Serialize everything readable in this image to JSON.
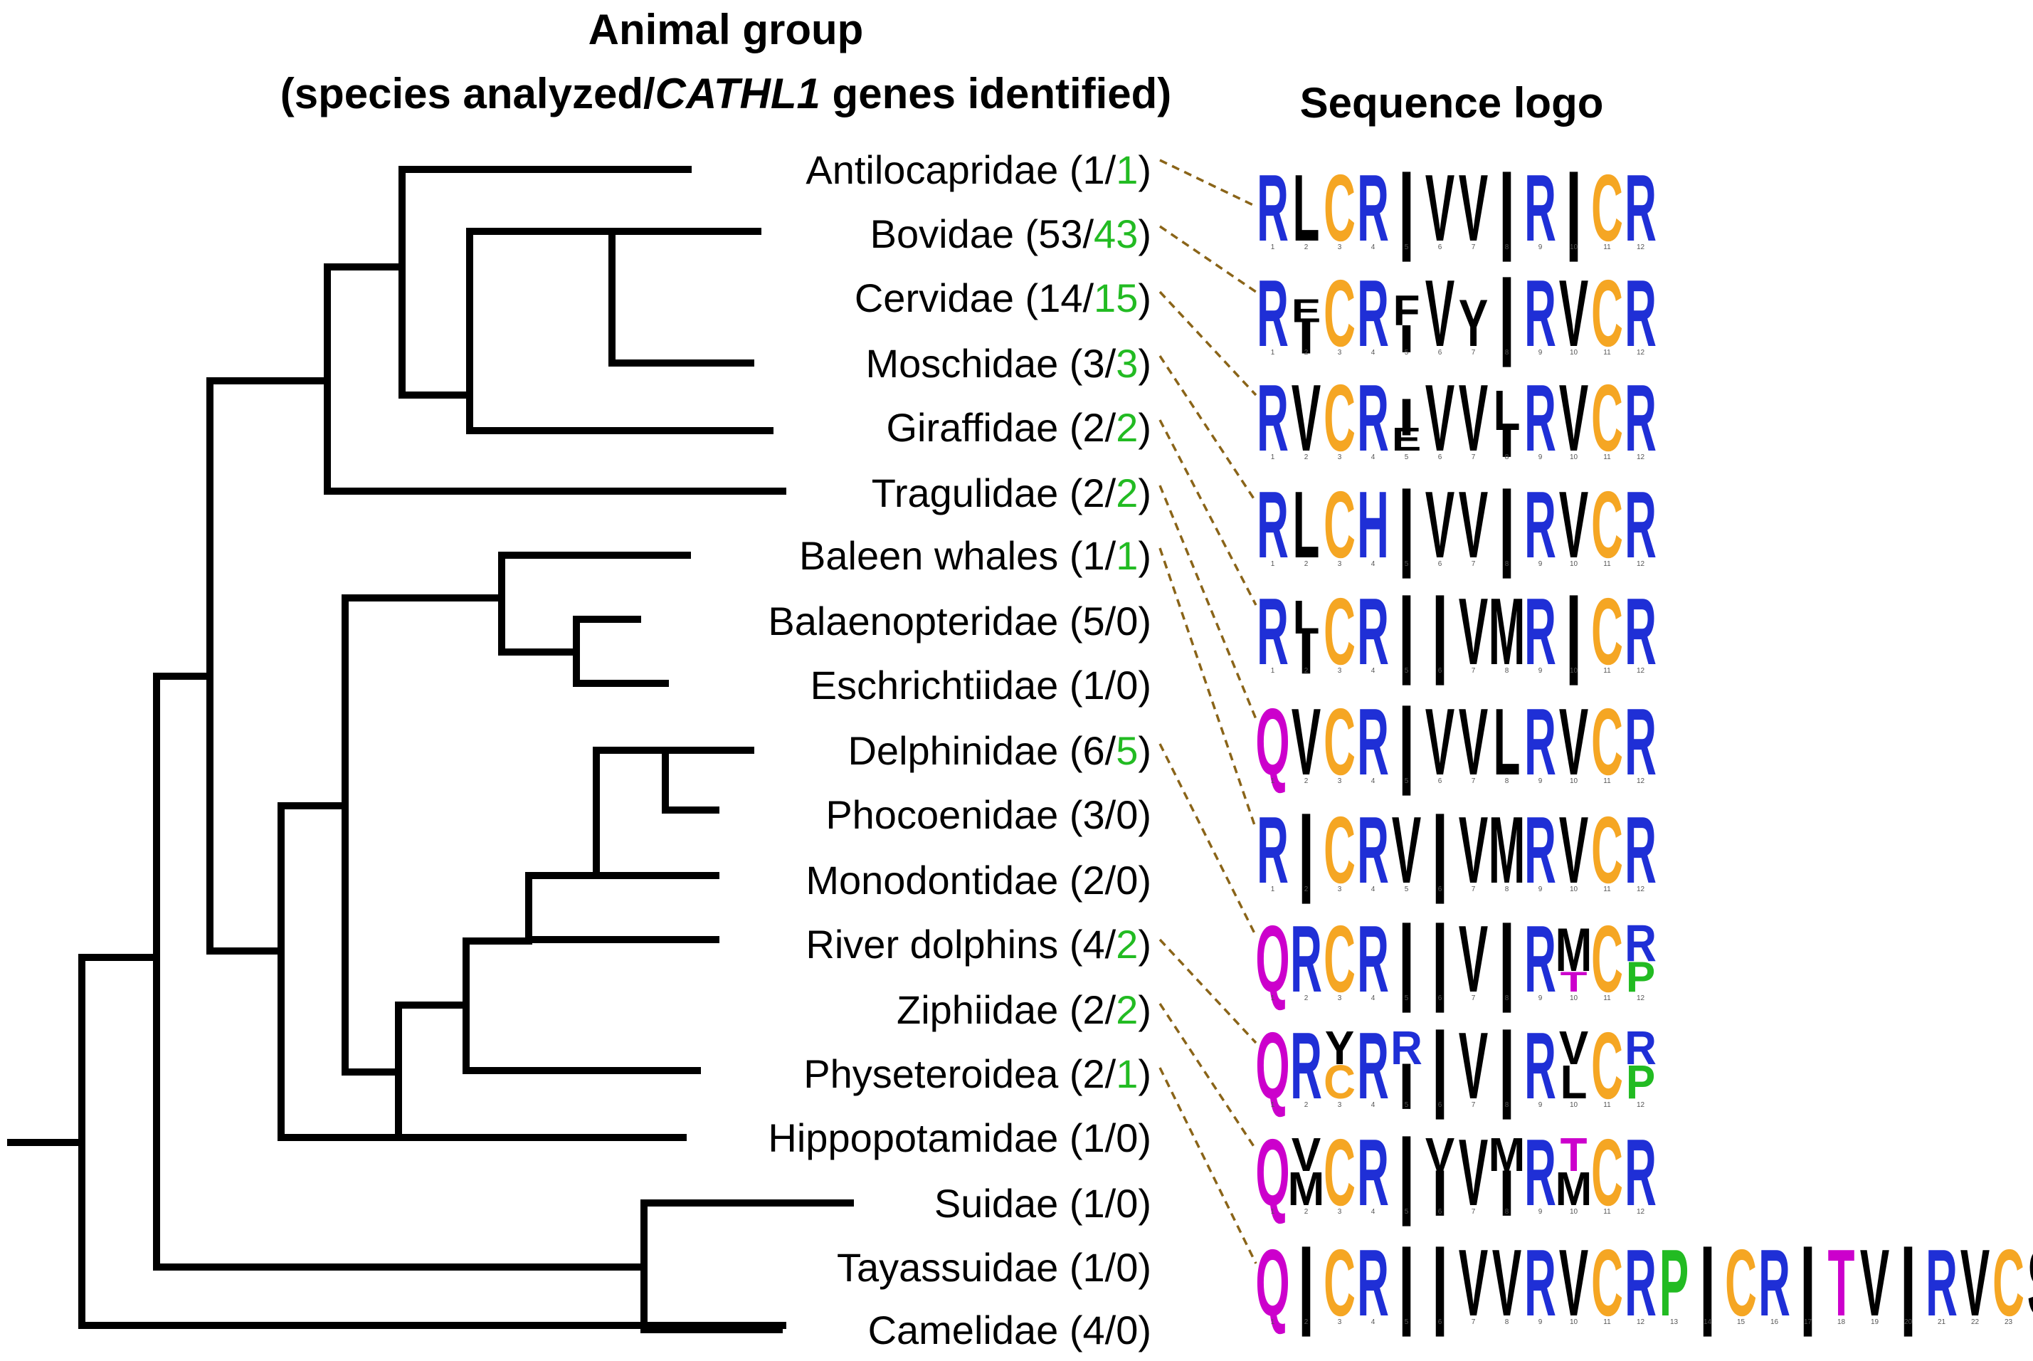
{
  "headers": {
    "animal_group_line1": "Animal group",
    "animal_group_line2_prefix": "(species analyzed/",
    "animal_group_line2_gene": "CATHL1",
    "animal_group_line2_suffix": " genes identified)",
    "sequence_logo": "Sequence logo"
  },
  "colors": {
    "leader": "#8a6418",
    "genes_identified": "#22bb22",
    "residue_R": "#1f2fd6",
    "residue_C": "#f5a623",
    "residue_Q": "#cc00cc",
    "residue_P": "#22bb22",
    "residue_other": "#000000"
  },
  "taxa": [
    {
      "name": "Antilocapridae",
      "species": "1",
      "genes": "1"
    },
    {
      "name": "Bovidae",
      "species": "53",
      "genes": "43"
    },
    {
      "name": "Cervidae",
      "species": "14",
      "genes": "15"
    },
    {
      "name": "Moschidae",
      "species": "3",
      "genes": "3"
    },
    {
      "name": "Giraffidae",
      "species": "2",
      "genes": "2"
    },
    {
      "name": "Tragulidae",
      "species": "2",
      "genes": "2"
    },
    {
      "name": "Baleen whales",
      "species": "1",
      "genes": "1"
    },
    {
      "name": "Balaenopteridae",
      "species": "5",
      "genes": "0"
    },
    {
      "name": "Eschrichtiidae",
      "species": "1",
      "genes": "0"
    },
    {
      "name": "Delphinidae",
      "species": "6",
      "genes": "5"
    },
    {
      "name": "Phocoenidae",
      "species": "3",
      "genes": "0"
    },
    {
      "name": "Monodontidae",
      "species": "2",
      "genes": "0"
    },
    {
      "name": "River dolphins",
      "species": "4",
      "genes": "2"
    },
    {
      "name": "Ziphiidae",
      "species": "2",
      "genes": "2"
    },
    {
      "name": "Physeteroidea",
      "species": "2",
      "genes": "1"
    },
    {
      "name": "Hippopotamidae",
      "species": "1",
      "genes": "0"
    },
    {
      "name": "Suidae",
      "species": "1",
      "genes": "0"
    },
    {
      "name": "Tayassuidae",
      "species": "1",
      "genes": "0"
    },
    {
      "name": "Camelidae",
      "species": "4",
      "genes": "0"
    }
  ],
  "logos": [
    {
      "taxon": "Antilocapridae",
      "positions": [
        [
          [
            "R",
            1
          ]
        ],
        [
          [
            "L",
            1
          ]
        ],
        [
          [
            "C",
            1
          ]
        ],
        [
          [
            "R",
            1
          ]
        ],
        [
          [
            "|",
            1
          ]
        ],
        [
          [
            "V",
            1
          ]
        ],
        [
          [
            "V",
            1
          ]
        ],
        [
          [
            "|",
            1
          ]
        ],
        [
          [
            "R",
            1
          ]
        ],
        [
          [
            "|",
            1
          ]
        ],
        [
          [
            "C",
            1
          ]
        ],
        [
          [
            "R",
            1
          ]
        ]
      ]
    },
    {
      "taxon": "Bovidae",
      "positions": [
        [
          [
            "R",
            1
          ]
        ],
        [
          [
            "|",
            0.35
          ],
          [
            "E",
            0.35
          ]
        ],
        [
          [
            "C",
            1
          ]
        ],
        [
          [
            "R",
            1
          ]
        ],
        [
          [
            "|",
            0.3
          ],
          [
            "F",
            0.45
          ]
        ],
        [
          [
            "V",
            1
          ]
        ],
        [
          [
            "Y",
            0.7
          ]
        ],
        [
          [
            "|",
            1
          ]
        ],
        [
          [
            "R",
            1
          ]
        ],
        [
          [
            "V",
            1
          ]
        ],
        [
          [
            "C",
            1
          ]
        ],
        [
          [
            "R",
            1
          ]
        ]
      ]
    },
    {
      "taxon": "Cervidae",
      "positions": [
        [
          [
            "R",
            1
          ]
        ],
        [
          [
            "V",
            1
          ]
        ],
        [
          [
            "C",
            1
          ]
        ],
        [
          [
            "R",
            1
          ]
        ],
        [
          [
            "|",
            0.4
          ],
          [
            "E",
            0.35
          ]
        ],
        [
          [
            "V",
            1
          ]
        ],
        [
          [
            "V",
            1
          ]
        ],
        [
          [
            "|",
            0.3
          ],
          [
            "L",
            0.6
          ]
        ],
        [
          [
            "R",
            1
          ]
        ],
        [
          [
            "V",
            1
          ]
        ],
        [
          [
            "C",
            1
          ]
        ],
        [
          [
            "R",
            1
          ]
        ]
      ]
    },
    {
      "taxon": "Moschidae",
      "positions": [
        [
          [
            "R",
            1
          ]
        ],
        [
          [
            "L",
            1
          ]
        ],
        [
          [
            "C",
            1
          ]
        ],
        [
          [
            "H",
            1
          ]
        ],
        [
          [
            "|",
            1
          ]
        ],
        [
          [
            "V",
            1
          ]
        ],
        [
          [
            "V",
            1
          ]
        ],
        [
          [
            "|",
            1
          ]
        ],
        [
          [
            "R",
            1
          ]
        ],
        [
          [
            "V",
            1
          ]
        ],
        [
          [
            "C",
            1
          ]
        ],
        [
          [
            "R",
            1
          ]
        ]
      ]
    },
    {
      "taxon": "Giraffidae",
      "positions": [
        [
          [
            "R",
            1
          ]
        ],
        [
          [
            "|",
            0.45
          ],
          [
            "L",
            0.5
          ]
        ],
        [
          [
            "C",
            1
          ]
        ],
        [
          [
            "R",
            1
          ]
        ],
        [
          [
            "|",
            1
          ]
        ],
        [
          [
            "|",
            1
          ]
        ],
        [
          [
            "V",
            1
          ]
        ],
        [
          [
            "M",
            1
          ]
        ],
        [
          [
            "R",
            1
          ]
        ],
        [
          [
            "|",
            1
          ]
        ],
        [
          [
            "C",
            1
          ]
        ],
        [
          [
            "R",
            1
          ]
        ]
      ]
    },
    {
      "taxon": "Tragulidae",
      "positions": [
        [
          [
            "Q",
            1
          ]
        ],
        [
          [
            "V",
            1
          ]
        ],
        [
          [
            "C",
            1
          ]
        ],
        [
          [
            "R",
            1
          ]
        ],
        [
          [
            "|",
            1
          ]
        ],
        [
          [
            "V",
            1
          ]
        ],
        [
          [
            "V",
            1
          ]
        ],
        [
          [
            "L",
            1
          ]
        ],
        [
          [
            "R",
            1
          ]
        ],
        [
          [
            "V",
            1
          ]
        ],
        [
          [
            "C",
            1
          ]
        ],
        [
          [
            "R",
            1
          ]
        ]
      ]
    },
    {
      "taxon": "Baleen whales",
      "positions": [
        [
          [
            "R",
            1
          ]
        ],
        [
          [
            "|",
            1
          ]
        ],
        [
          [
            "C",
            1
          ]
        ],
        [
          [
            "R",
            1
          ]
        ],
        [
          [
            "V",
            1
          ]
        ],
        [
          [
            "|",
            1
          ]
        ],
        [
          [
            "V",
            1
          ]
        ],
        [
          [
            "M",
            1
          ]
        ],
        [
          [
            "R",
            1
          ]
        ],
        [
          [
            "V",
            1
          ]
        ],
        [
          [
            "C",
            1
          ]
        ],
        [
          [
            "R",
            1
          ]
        ]
      ]
    },
    {
      "taxon": "Delphinidae",
      "positions": [
        [
          [
            "Q",
            1
          ]
        ],
        [
          [
            "R",
            1
          ]
        ],
        [
          [
            "C",
            1
          ]
        ],
        [
          [
            "R",
            1
          ]
        ],
        [
          [
            "|",
            1
          ]
        ],
        [
          [
            "|",
            1
          ]
        ],
        [
          [
            "V",
            1
          ]
        ],
        [
          [
            "|",
            1
          ]
        ],
        [
          [
            "R",
            1
          ]
        ],
        [
          [
            "M",
            0.65
          ],
          [
            "T",
            0.3
          ]
        ],
        [
          [
            "C",
            1
          ]
        ],
        [
          [
            "R",
            0.55
          ],
          [
            "P",
            0.45
          ]
        ]
      ]
    },
    {
      "taxon": "River dolphins",
      "positions": [
        [
          [
            "Q",
            1
          ]
        ],
        [
          [
            "R",
            1
          ]
        ],
        [
          [
            "C",
            0.5
          ],
          [
            "Y",
            0.5
          ]
        ],
        [
          [
            "R",
            1
          ]
        ],
        [
          [
            "|",
            0.5
          ],
          [
            "R",
            0.5
          ]
        ],
        [
          [
            "|",
            1
          ]
        ],
        [
          [
            "V",
            1
          ]
        ],
        [
          [
            "|",
            1
          ]
        ],
        [
          [
            "R",
            1
          ]
        ],
        [
          [
            "L",
            0.5
          ],
          [
            "V",
            0.5
          ]
        ],
        [
          [
            "C",
            1
          ]
        ],
        [
          [
            "P",
            0.5
          ],
          [
            "R",
            0.5
          ]
        ]
      ]
    },
    {
      "taxon": "Ziphiidae",
      "positions": [
        [
          [
            "Q",
            1
          ]
        ],
        [
          [
            "M",
            0.5
          ],
          [
            "V",
            0.5
          ]
        ],
        [
          [
            "C",
            1
          ]
        ],
        [
          [
            "R",
            1
          ]
        ],
        [
          [
            "|",
            1
          ]
        ],
        [
          [
            "|",
            0.5
          ],
          [
            "V",
            0.5
          ]
        ],
        [
          [
            "V",
            1
          ]
        ],
        [
          [
            "|",
            0.5
          ],
          [
            "M",
            0.5
          ]
        ],
        [
          [
            "R",
            1
          ]
        ],
        [
          [
            "M",
            0.5
          ],
          [
            "T",
            0.5
          ]
        ],
        [
          [
            "C",
            1
          ]
        ],
        [
          [
            "R",
            1
          ]
        ]
      ]
    },
    {
      "taxon": "Physeteroidea",
      "positions": [
        [
          [
            "Q",
            1
          ]
        ],
        [
          [
            "|",
            1
          ]
        ],
        [
          [
            "C",
            1
          ]
        ],
        [
          [
            "R",
            1
          ]
        ],
        [
          [
            "|",
            1
          ]
        ],
        [
          [
            "|",
            1
          ]
        ],
        [
          [
            "V",
            1
          ]
        ],
        [
          [
            "V",
            1
          ]
        ],
        [
          [
            "R",
            1
          ]
        ],
        [
          [
            "V",
            1
          ]
        ],
        [
          [
            "C",
            1
          ]
        ],
        [
          [
            "R",
            1
          ]
        ],
        [
          [
            "P",
            1
          ]
        ],
        [
          [
            "|",
            1
          ]
        ],
        [
          [
            "C",
            1
          ]
        ],
        [
          [
            "R",
            1
          ]
        ],
        [
          [
            "|",
            1
          ]
        ],
        [
          [
            "T",
            1
          ]
        ],
        [
          [
            "V",
            1
          ]
        ],
        [
          [
            "|",
            1
          ]
        ],
        [
          [
            "R",
            1
          ]
        ],
        [
          [
            "V",
            1
          ]
        ],
        [
          [
            "C",
            1
          ]
        ],
        [
          [
            "S",
            1
          ]
        ]
      ]
    }
  ]
}
